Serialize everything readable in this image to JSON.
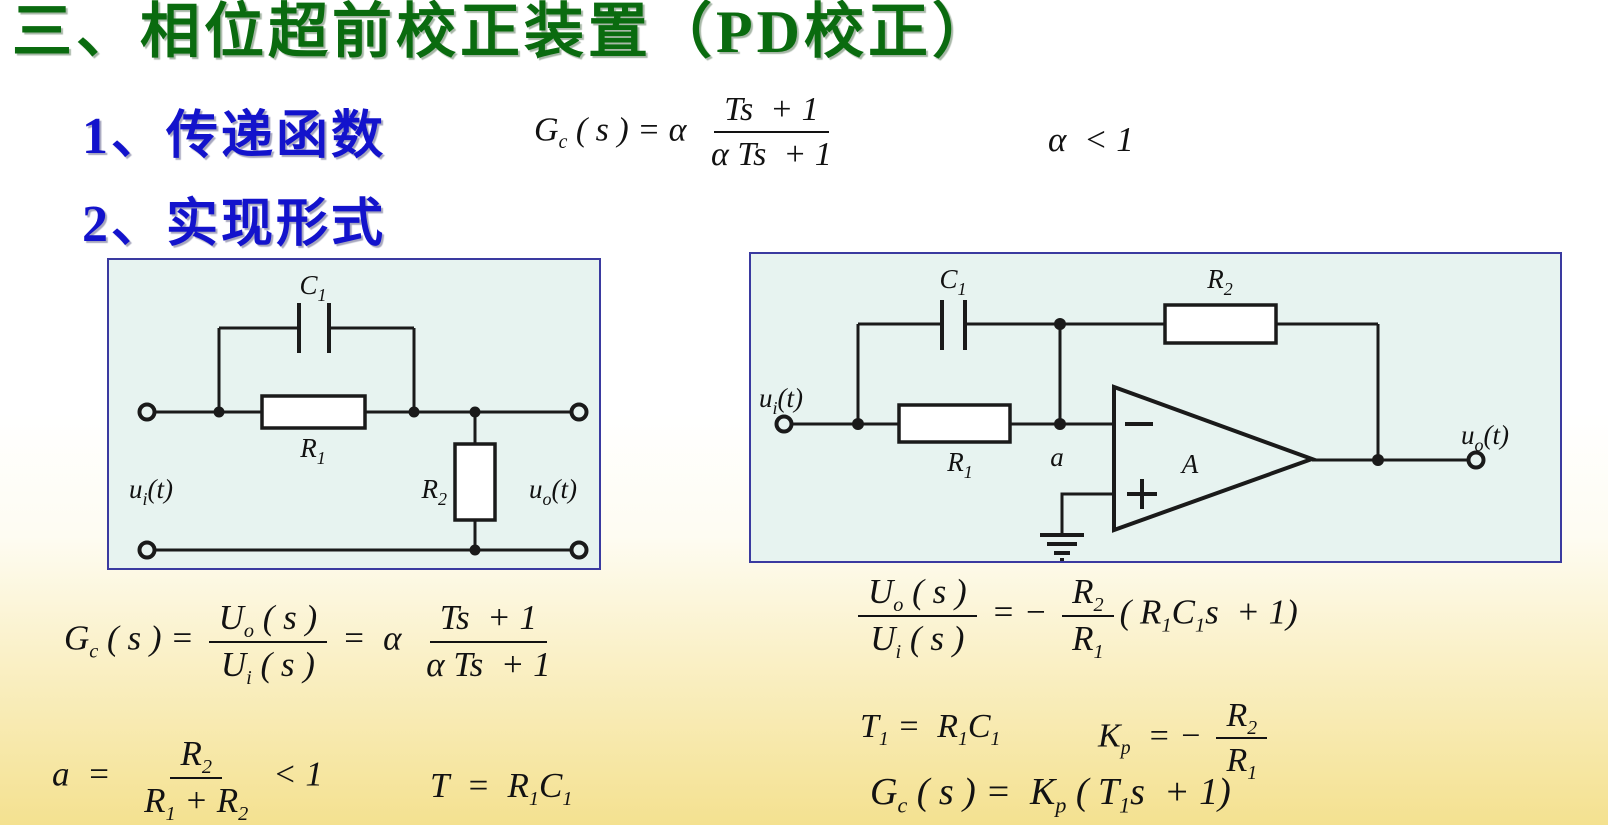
{
  "slide": {
    "title": "三、相位超前校正装置（PD校正）",
    "heading1": "1、传递函数",
    "heading2": "2、实现形式"
  },
  "colors": {
    "title_green": "#0a6b0f",
    "heading_blue": "#1313cc",
    "panel_fill": "#e7f3f0",
    "panel_border": "#3a3aa0",
    "background_bottom": "#f4e190",
    "line_black": "#1a1a1a"
  },
  "formulas": {
    "transfer": [
      {
        "t": "G"
      },
      {
        "s": "c"
      },
      {
        "t": " ( s ) = α "
      },
      {
        "f": {
          "n": [
            {
              "t": "Ts  + 1"
            }
          ],
          "d": [
            {
              "t": "α Ts  + 1"
            }
          ]
        }
      }
    ],
    "alpha_condition": [
      {
        "t": "α  < 1"
      }
    ],
    "gc_passive": [
      {
        "t": "G"
      },
      {
        "s": "c"
      },
      {
        "t": " ( s ) = "
      },
      {
        "f": {
          "n": [
            {
              "t": "U"
            },
            {
              "s": "o"
            },
            {
              "t": " ( s )"
            }
          ],
          "d": [
            {
              "t": "U"
            },
            {
              "s": "i"
            },
            {
              "t": " ( s )"
            }
          ]
        }
      },
      {
        "t": " =  α "
      },
      {
        "f": {
          "n": [
            {
              "t": "Ts  + 1"
            }
          ],
          "d": [
            {
              "t": "α Ts  + 1"
            }
          ]
        }
      }
    ],
    "a_def": [
      {
        "t": "a  =  "
      },
      {
        "f": {
          "n": [
            {
              "t": "R"
            },
            {
              "s": "2"
            }
          ],
          "d": [
            {
              "t": "R"
            },
            {
              "s": "1"
            },
            {
              "t": " + R"
            },
            {
              "s": "2"
            }
          ]
        }
      },
      {
        "t": " < 1"
      }
    ],
    "t_def": [
      {
        "t": "T  =  R"
      },
      {
        "s": "1"
      },
      {
        "t": "C"
      },
      {
        "s": "1"
      }
    ],
    "opamp_ratio": [
      {
        "f": {
          "n": [
            {
              "t": "U"
            },
            {
              "s": "o"
            },
            {
              "t": " ( s )"
            }
          ],
          "d": [
            {
              "t": "U"
            },
            {
              "s": "i"
            },
            {
              "t": " ( s )"
            }
          ]
        }
      },
      {
        "t": " = − "
      },
      {
        "f": {
          "n": [
            {
              "t": "R"
            },
            {
              "s": "2"
            }
          ],
          "d": [
            {
              "t": "R"
            },
            {
              "s": "1"
            }
          ]
        }
      },
      {
        "t": "( R"
      },
      {
        "s": "1"
      },
      {
        "t": "C"
      },
      {
        "s": "1"
      },
      {
        "t": "s  + 1)"
      }
    ],
    "t1_def": [
      {
        "t": "T"
      },
      {
        "s": "1"
      },
      {
        "t": " =  R"
      },
      {
        "s": "1"
      },
      {
        "t": "C"
      },
      {
        "s": "1"
      }
    ],
    "kp_def": [
      {
        "t": "K"
      },
      {
        "s": "p"
      },
      {
        "t": "  = − "
      },
      {
        "f": {
          "n": [
            {
              "t": "R"
            },
            {
              "s": "2"
            }
          ],
          "d": [
            {
              "t": "R"
            },
            {
              "s": "1"
            }
          ]
        }
      }
    ],
    "gc_pd": [
      {
        "t": "G"
      },
      {
        "s": "c"
      },
      {
        "t": " ( s ) =  K"
      },
      {
        "s": "p"
      },
      {
        "t": " ( T"
      },
      {
        "s": "1"
      },
      {
        "t": "s  + 1)"
      }
    ]
  },
  "circuit_left": {
    "labels": {
      "c1": {
        "main": "C",
        "sub": "1",
        "rest": ""
      },
      "r1": {
        "main": "R",
        "sub": "1",
        "rest": ""
      },
      "r2": {
        "main": "R",
        "sub": "2",
        "rest": ""
      },
      "ui": {
        "main": "u",
        "sub": "i",
        "rest": "(t)"
      },
      "uo": {
        "main": "u",
        "sub": "o",
        "rest": "(t)"
      }
    }
  },
  "circuit_right": {
    "labels": {
      "c1": {
        "main": "C",
        "sub": "1",
        "rest": ""
      },
      "r1": {
        "main": "R",
        "sub": "1",
        "rest": ""
      },
      "r2": {
        "main": "R",
        "sub": "2",
        "rest": ""
      },
      "ui": {
        "main": "u",
        "sub": "i",
        "rest": "(t)"
      },
      "uo": {
        "main": "u",
        "sub": "o",
        "rest": "(t)"
      },
      "node_a": {
        "main": "a",
        "sub": "",
        "rest": ""
      },
      "amp": {
        "main": "A",
        "sub": "",
        "rest": ""
      }
    }
  }
}
